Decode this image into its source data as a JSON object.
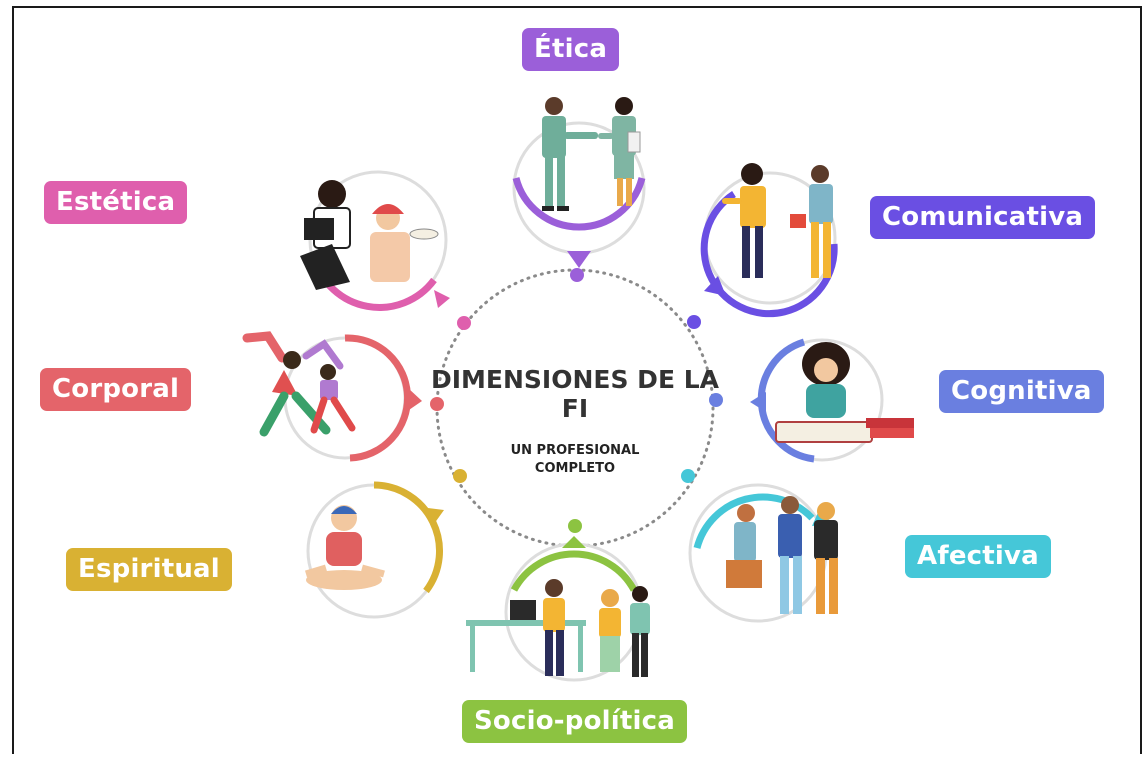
{
  "center": {
    "title": "DIMENSIONES DE LA FI",
    "subtitle": "UN PROFESIONAL COMPLETO"
  },
  "dimensions": [
    {
      "label": "Ética",
      "color": "#9b5fd9"
    },
    {
      "label": "Comunicativa",
      "color": "#6a4fe3"
    },
    {
      "label": "Cognitiva",
      "color": "#6a7fe0"
    },
    {
      "label": "Afectiva",
      "color": "#45c7d8"
    },
    {
      "label": "Socio-política",
      "color": "#8cc341"
    },
    {
      "label": "Espiritual",
      "color": "#d9b133"
    },
    {
      "label": "Corporal",
      "color": "#e4646a"
    },
    {
      "label": "Estética",
      "color": "#df5fad"
    }
  ]
}
